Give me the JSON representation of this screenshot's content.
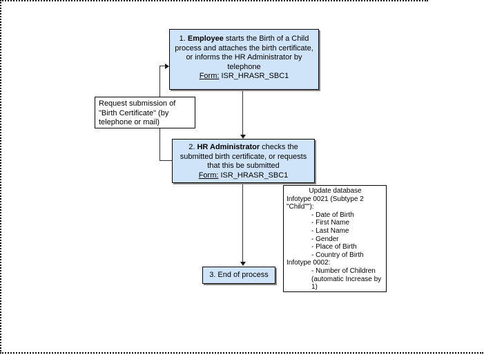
{
  "colors": {
    "box_fill_blue": "#cfe4f8",
    "box_fill_white": "#ffffff",
    "box_border": "#000000",
    "box_shadow": "#8a8a8a",
    "connector": "#2e2e2e"
  },
  "boxes": {
    "employee": {
      "number": "1. ",
      "actor": "Employee",
      "text": " starts the Birth of a Child process and attaches the birth certificate, or informs the HR Administrator by telephone",
      "form_label": "Form:",
      "form_value": " ISR_HRASR_SBC1"
    },
    "request": {
      "text": "Request submission of \"Birth Certificate\" (by telephone or mail)"
    },
    "hr_admin": {
      "number": "2. ",
      "actor": "HR Administrator",
      "text": " checks the submitted birth certificate, or requests that this be submitted",
      "form_label": "Form:",
      "form_value": " ISR_HRASR_SBC1"
    },
    "update_db": {
      "title": "Update database",
      "lines": [
        "Infotype 0021 (Subtype 2",
        "\"Child\"\"):",
        "- Date of Birth",
        "- First Name",
        "- Last Name",
        "- Gender",
        "- Place of Birth",
        "- Country of Birth",
        "Infotype 0002:",
        "- Number of Children",
        "(automatic Increase by",
        "1)"
      ]
    },
    "end": {
      "text": "3. End of process"
    }
  }
}
